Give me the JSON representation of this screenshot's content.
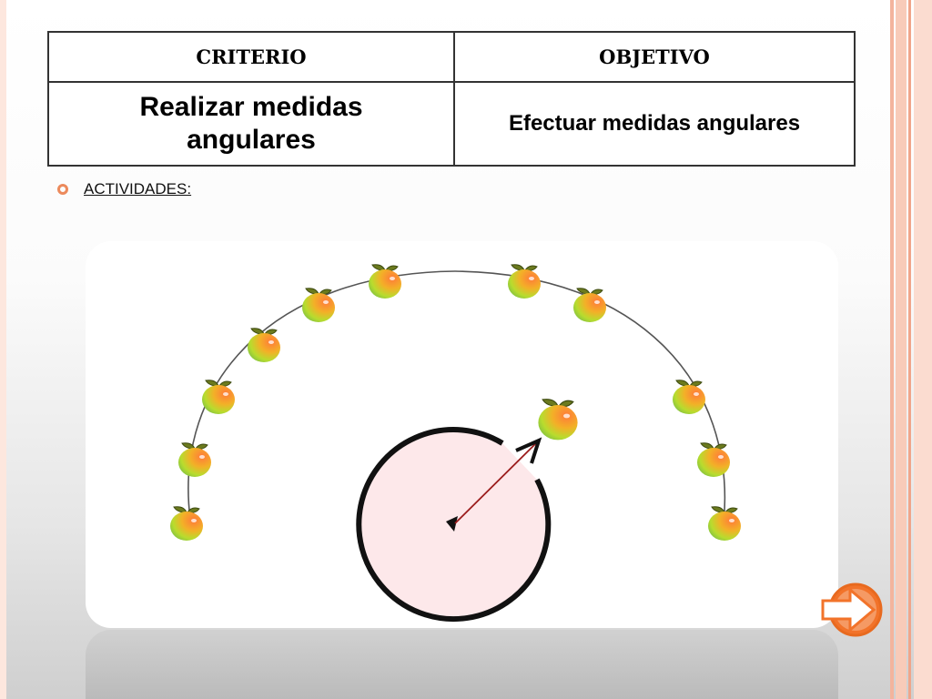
{
  "table": {
    "headers": [
      "CRITERIO",
      "OBJETIVO"
    ],
    "row": [
      "Realizar  medidas angulares",
      "Efectuar  medidas angulares"
    ]
  },
  "activities_label": "ACTIVIDADES:",
  "colors": {
    "accent": "#ec8a5c",
    "circle_fill": "#fde8ea",
    "needle": "#9b1c1c"
  },
  "icons": [
    "apple-icon",
    "arrow-right-icon"
  ]
}
